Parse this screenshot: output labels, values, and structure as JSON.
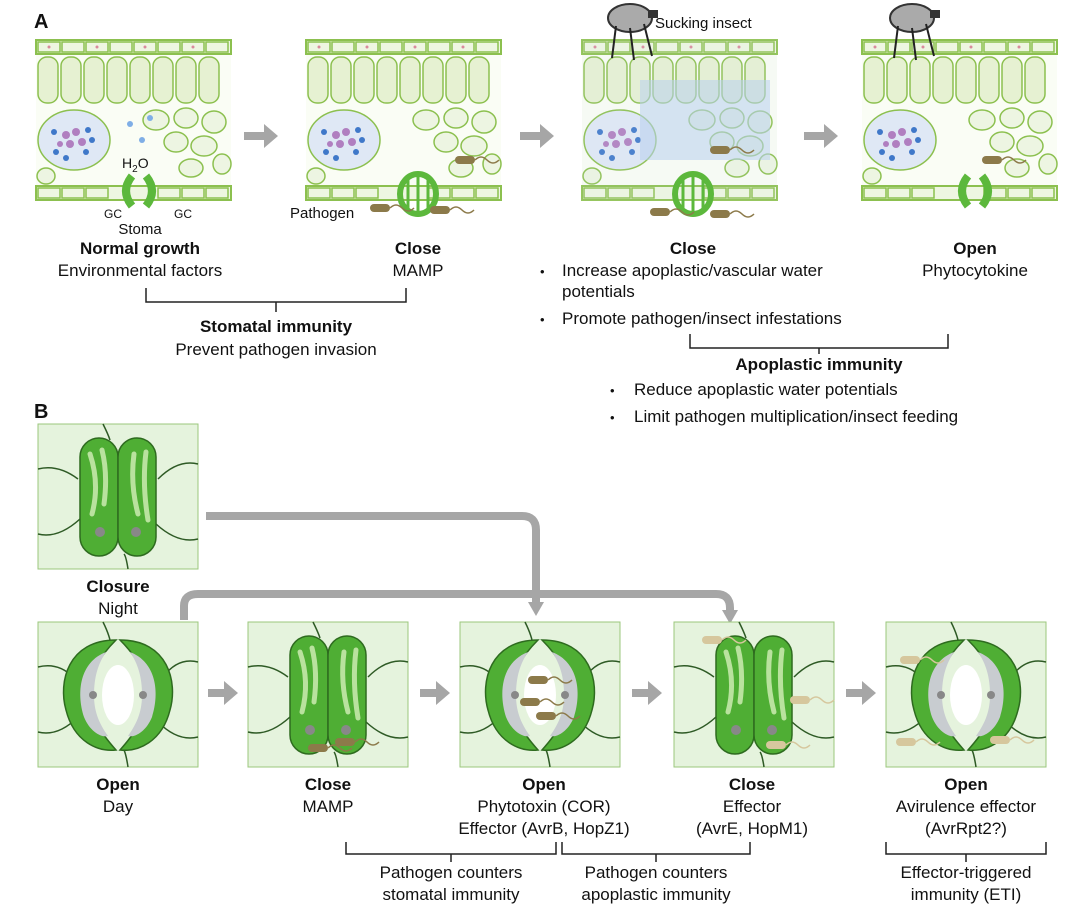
{
  "panelA": {
    "letter": "A",
    "insect_label": "Sucking insect",
    "water_label": "H",
    "water_sub": "2",
    "water_end": "O",
    "gc_left": "GC",
    "gc_right": "GC",
    "stoma_label": "Stoma",
    "pathogen_label": "Pathogen",
    "states": [
      {
        "title": "Normal growth",
        "subtitle": "Environmental factors"
      },
      {
        "title": "Close",
        "subtitle": "MAMP"
      },
      {
        "title": "Close",
        "subtitle": ""
      },
      {
        "title": "Open",
        "subtitle": "Phytocytokine"
      }
    ],
    "close_bullets": [
      "Increase apoplastic/vascular water",
      "potentials",
      "Promote pathogen/insect infestations"
    ],
    "stomatal_immunity": {
      "title": "Stomatal immunity",
      "subtitle": "Prevent pathogen invasion"
    },
    "apoplastic_immunity": {
      "title": "Apoplastic immunity",
      "bullets": [
        "Reduce apoplastic water potentials",
        "Limit pathogen multiplication/insect feeding"
      ]
    }
  },
  "panelB": {
    "letter": "B",
    "night": {
      "title": "Closure",
      "subtitle": "Night"
    },
    "states": [
      {
        "title": "Open",
        "lines": [
          "Day"
        ]
      },
      {
        "title": "Close",
        "lines": [
          "MAMP"
        ]
      },
      {
        "title": "Open",
        "lines": [
          "Phytotoxin (COR)",
          "Effector (AvrB, HopZ1)"
        ]
      },
      {
        "title": "Close",
        "lines": [
          "Effector",
          "(AvrE, HopM1)"
        ]
      },
      {
        "title": "Open",
        "lines": [
          "Avirulence effector",
          "(AvrRpt2?)"
        ]
      }
    ],
    "brackets": [
      {
        "lines": [
          "Pathogen counters",
          "stomatal immunity"
        ]
      },
      {
        "lines": [
          "Pathogen counters",
          "apoplastic immunity"
        ]
      },
      {
        "lines": [
          "Effector-triggered",
          "immunity (ETI)"
        ]
      }
    ]
  },
  "colors": {
    "cell_fill": "#e6f1d2",
    "cell_stroke": "#8cc04f",
    "guard_green": "#5cb83c",
    "panel_bg": "#e5f3dd",
    "arrow_gray": "#a6a6a6",
    "water_blue": "#a9c8ec",
    "pathogen": "#8c7a4a",
    "pathogen_light": "#d6c79d"
  }
}
